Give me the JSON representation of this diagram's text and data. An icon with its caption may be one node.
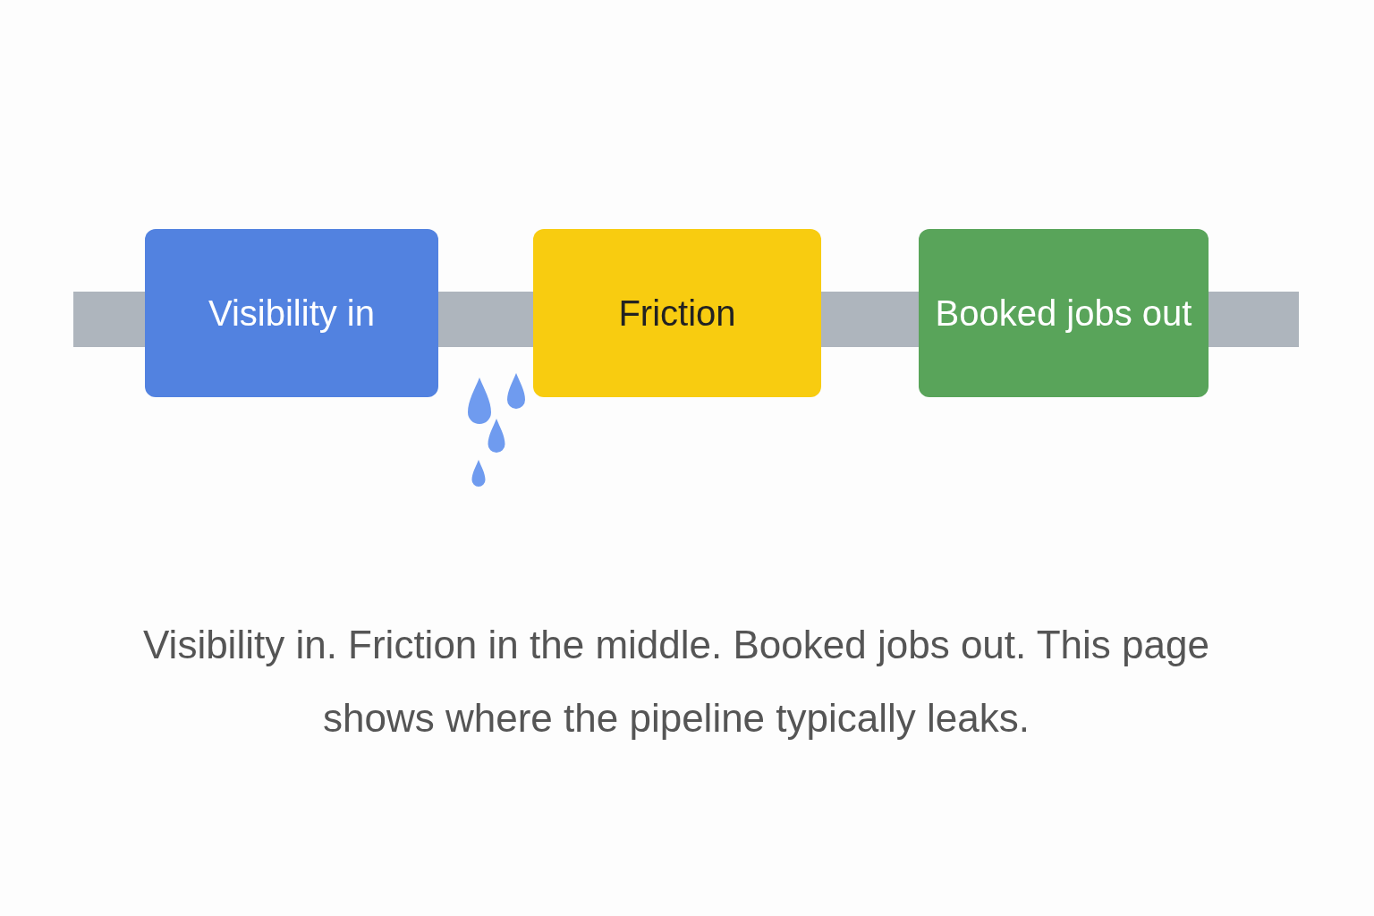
{
  "diagram": {
    "caption": "Visibility in. Friction in the middle. Booked jobs out. This page shows where the pipeline typically leaks.",
    "nodes": [
      {
        "text": [
          "Visibility in"
        ]
      },
      {
        "text": [
          "Friction"
        ]
      },
      {
        "text": [
          "Booked jobs out"
        ]
      }
    ],
    "edges": [
      {
        "from": null,
        "to": 0,
        "arrow": "none"
      },
      {
        "from": 0,
        "to": 1,
        "arrow": "none"
      },
      {
        "from": 1,
        "to": 2,
        "arrow": "none"
      },
      {
        "from": 2,
        "to": null,
        "arrow": "none"
      }
    ]
  }
}
